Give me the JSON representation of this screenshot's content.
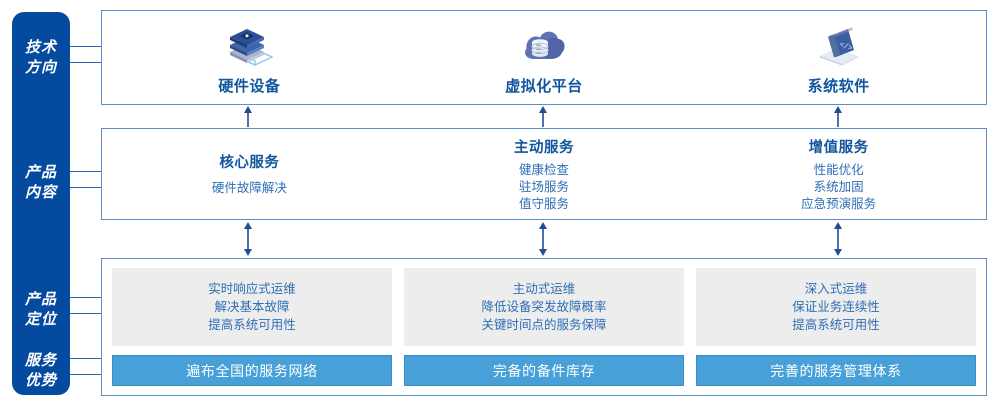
{
  "rail": {
    "labels": [
      {
        "name": "technology-direction",
        "line1": "技术",
        "line2": "方向"
      },
      {
        "name": "product-content",
        "line1": "产品",
        "line2": "内容"
      },
      {
        "name": "product-positioning",
        "line1": "产品",
        "line2": "定位"
      },
      {
        "name": "service-advantage",
        "line1": "服务",
        "line2": "优势"
      }
    ]
  },
  "technology": {
    "items": [
      {
        "icon": "server-stack-icon",
        "label": "硬件设备"
      },
      {
        "icon": "cloud-database-icon",
        "label": "虚拟化平台"
      },
      {
        "icon": "laptop-code-icon",
        "label": "系统软件"
      }
    ]
  },
  "product_content": {
    "columns": [
      {
        "title": "核心服务",
        "items": [
          "硬件故障解决"
        ]
      },
      {
        "title": "主动服务",
        "items": [
          "健康检查",
          "驻场服务",
          "值守服务"
        ]
      },
      {
        "title": "增值服务",
        "items": [
          "性能优化",
          "系统加固",
          "应急预演服务"
        ]
      }
    ]
  },
  "positioning": {
    "columns": [
      {
        "lines": [
          "实时响应式运维",
          "解决基本故障",
          "提高系统可用性"
        ],
        "advantage": "遍布全国的服务网络"
      },
      {
        "lines": [
          "主动式运维",
          "降低设备突发故障概率",
          "关键时间点的服务保障"
        ],
        "advantage": "完备的备件库存"
      },
      {
        "lines": [
          "深入式运维",
          "保证业务连续性",
          "提高系统可用性"
        ],
        "advantage": "完善的服务管理体系"
      }
    ]
  },
  "colors": {
    "rail_blue": "#044a9e",
    "panel_border": "#5b8fc9",
    "heading_blue": "#11569f",
    "body_blue": "#2f6eb5",
    "bar_blue": "#48a0d8",
    "gray_box": "#ededed",
    "arrow_blue": "#1f4e96"
  }
}
